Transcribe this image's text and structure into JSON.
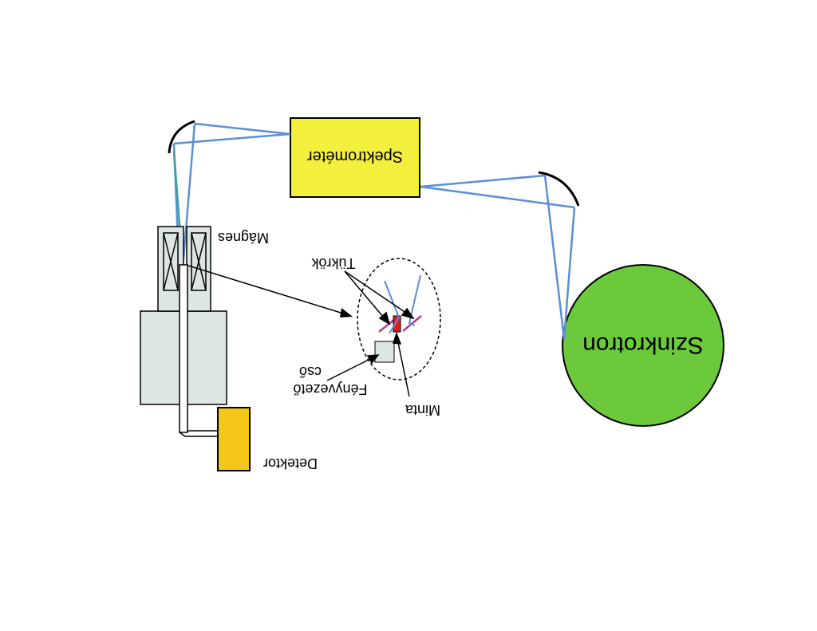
{
  "labels": {
    "synchrotron": "Szinkrotron",
    "spectrometer": "Spektrométer",
    "magnet": "Mágnes",
    "mirrors": "Tükrök",
    "light_guide_line1": "Fényvezető",
    "light_guide_line2": "cső",
    "sample": "Minta",
    "detector": "Detektor"
  },
  "colors": {
    "synchrotron_fill": "#6cc93c",
    "spectrometer_fill": "#f2f03c",
    "detector_fill": "#f5c71a",
    "beam": "#5b8fd6",
    "cryostat_fill": "#dde6e3",
    "sample_fill": "#e02020",
    "mirror_stroke": "#b23a9a"
  }
}
